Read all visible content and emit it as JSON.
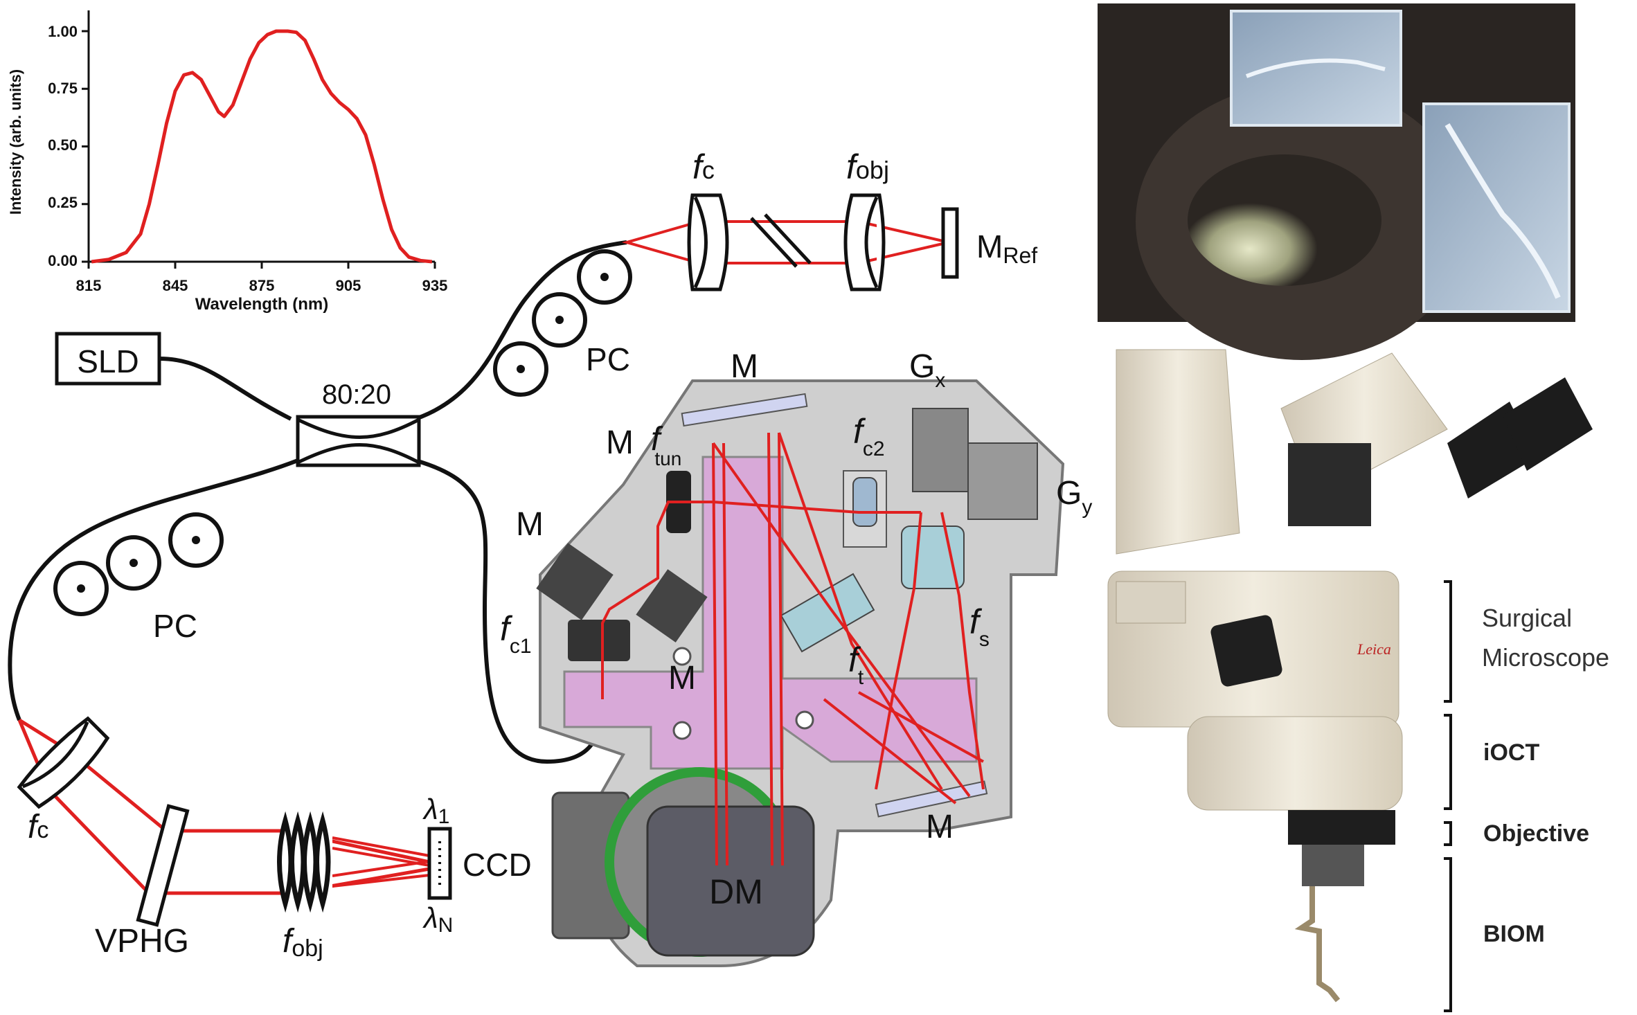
{
  "spectrum": {
    "chart_data": {
      "type": "line",
      "x_label": "Wavelength (nm)",
      "y_label": "Intensity (arb. units)",
      "xlim": [
        815,
        935
      ],
      "ylim": [
        0,
        1.05
      ],
      "x_ticks": [
        "815",
        "845",
        "875",
        "905",
        "935"
      ],
      "y_ticks": [
        "0.00",
        "0.25",
        "0.50",
        "0.75",
        "1.00"
      ],
      "grid": false,
      "series_color": "#e02020",
      "points": [
        [
          816,
          0.0
        ],
        [
          822,
          0.01
        ],
        [
          828,
          0.04
        ],
        [
          833,
          0.12
        ],
        [
          836,
          0.25
        ],
        [
          839,
          0.42
        ],
        [
          842,
          0.6
        ],
        [
          845,
          0.74
        ],
        [
          848,
          0.81
        ],
        [
          851,
          0.82
        ],
        [
          854,
          0.79
        ],
        [
          857,
          0.72
        ],
        [
          860,
          0.65
        ],
        [
          862,
          0.63
        ],
        [
          865,
          0.68
        ],
        [
          868,
          0.78
        ],
        [
          871,
          0.88
        ],
        [
          874,
          0.95
        ],
        [
          877,
          0.985
        ],
        [
          880,
          1.0
        ],
        [
          884,
          1.0
        ],
        [
          887,
          0.995
        ],
        [
          890,
          0.96
        ],
        [
          893,
          0.88
        ],
        [
          896,
          0.79
        ],
        [
          899,
          0.73
        ],
        [
          902,
          0.69
        ],
        [
          905,
          0.66
        ],
        [
          908,
          0.62
        ],
        [
          911,
          0.55
        ],
        [
          914,
          0.42
        ],
        [
          917,
          0.27
        ],
        [
          920,
          0.14
        ],
        [
          923,
          0.06
        ],
        [
          926,
          0.02
        ],
        [
          930,
          0.005
        ],
        [
          934,
          0.0
        ]
      ]
    }
  },
  "labels": {
    "sld": "SLD",
    "coupler": "80:20",
    "pc": "PC",
    "fc": "f",
    "fc_sub": "c",
    "fobj": "f",
    "fobj_sub": "obj",
    "mref": "M",
    "mref_sub": "Ref",
    "vphg": "VPHG",
    "ccd": "CCD",
    "lambda1": "λ",
    "lambda1_sub": "1",
    "lambdaN": "λ",
    "lambdaN_sub": "N",
    "m": "M",
    "ftun": "f",
    "ftun_sub": "tun",
    "fc1_sub": "c1",
    "fc2_sub": "c2",
    "fs_sub": "s",
    "ft_sub": "t",
    "g": "G",
    "gx_sub": "x",
    "gy_sub": "y",
    "dm": "DM"
  },
  "microscope": {
    "surgical": "Surgical",
    "microscope": "Microscope",
    "ioct": "iOCT",
    "objective": "Objective",
    "biom": "BIOM",
    "brand": "Leica"
  },
  "colors": {
    "beam": "#e02020",
    "housing": "#cfcfcf",
    "mount": "#d8a9d8"
  }
}
